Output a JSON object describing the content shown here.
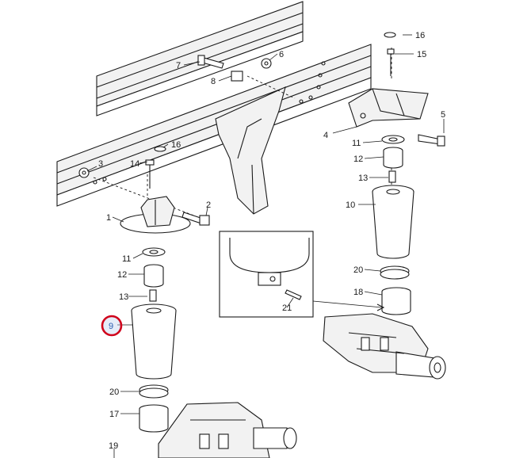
{
  "diagram": {
    "highlight_color": "#d0021b",
    "selected_callout_color": "#2a5db0",
    "selected_callout": "9",
    "callouts": {
      "c1": "1",
      "c2": "2",
      "c3": "3",
      "c4": "4",
      "c5": "5",
      "c6": "6",
      "c7": "7",
      "c8": "8",
      "c9": "9",
      "c10": "10",
      "c11a": "11",
      "c11b": "11",
      "c12a": "12",
      "c12b": "12",
      "c13a": "13",
      "c13b": "13",
      "c14": "14",
      "c15": "15",
      "c16a": "16",
      "c16b": "16",
      "c17": "17",
      "c18": "18",
      "c19": "19",
      "c20a": "20",
      "c20b": "20",
      "c21": "21"
    }
  }
}
